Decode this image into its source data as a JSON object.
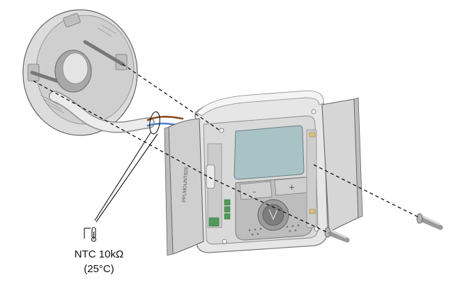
{
  "labels": {
    "sensor_line1": "NTC 10kΩ",
    "sensor_line2": "(25°C)",
    "plate_text": "PPLMOUNT828"
  },
  "icons": {
    "sensor": "thermometer-icon"
  },
  "colors": {
    "wire_brown": "#8a4a1c",
    "wire_blue": "#4a7fc6",
    "body_light": "#ececec",
    "body_mid": "#cfcfcf",
    "screen": "#a9c2c6",
    "keypad": "#8f8f8f"
  }
}
